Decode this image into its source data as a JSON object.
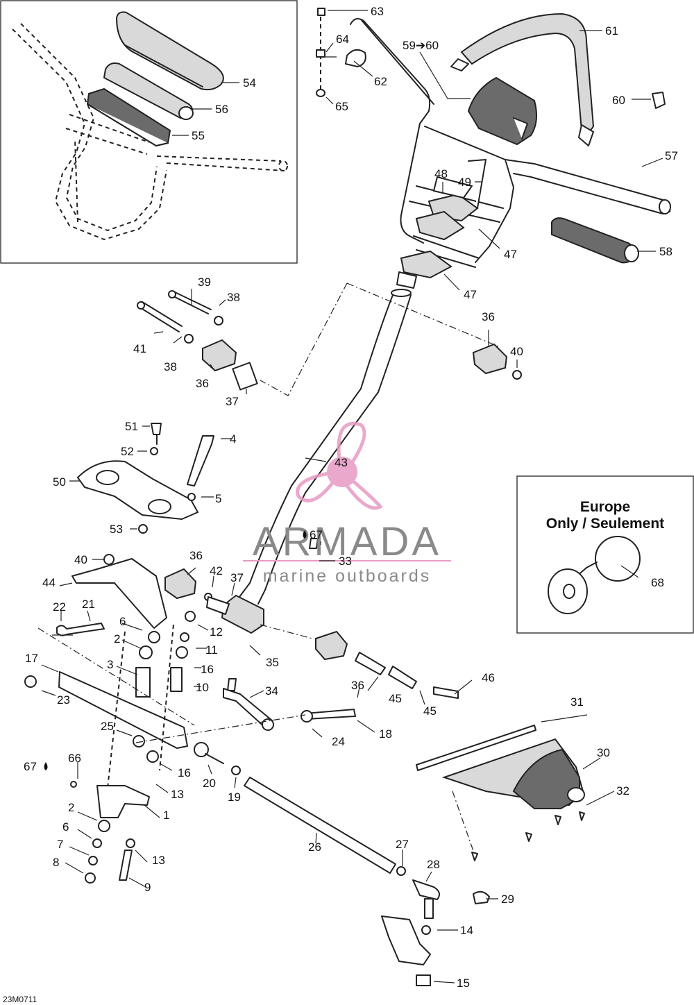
{
  "diagram": {
    "reference_code": "23M0711",
    "inset_title_line1": "Europe",
    "inset_title_line2": "Only / Seulement",
    "watermark_brand": "ARMADA",
    "watermark_tagline": "marine outboards",
    "colors": {
      "watermark_logo": "#e79ac4",
      "line": "#222222"
    },
    "callouts": [
      {
        "id": "c1",
        "label": "1"
      },
      {
        "id": "c2a",
        "label": "2"
      },
      {
        "id": "c2b",
        "label": "2"
      },
      {
        "id": "c3",
        "label": "3"
      },
      {
        "id": "c4",
        "label": "4"
      },
      {
        "id": "c5",
        "label": "5"
      },
      {
        "id": "c6a",
        "label": "6"
      },
      {
        "id": "c6b",
        "label": "6"
      },
      {
        "id": "c7",
        "label": "7"
      },
      {
        "id": "c8",
        "label": "8"
      },
      {
        "id": "c9",
        "label": "9"
      },
      {
        "id": "c10",
        "label": "10"
      },
      {
        "id": "c11",
        "label": "11"
      },
      {
        "id": "c12",
        "label": "12"
      },
      {
        "id": "c13a",
        "label": "13"
      },
      {
        "id": "c13b",
        "label": "13"
      },
      {
        "id": "c14",
        "label": "14"
      },
      {
        "id": "c15",
        "label": "15"
      },
      {
        "id": "c16a",
        "label": "16"
      },
      {
        "id": "c16b",
        "label": "16"
      },
      {
        "id": "c17",
        "label": "17"
      },
      {
        "id": "c18",
        "label": "18"
      },
      {
        "id": "c19",
        "label": "19"
      },
      {
        "id": "c20",
        "label": "20"
      },
      {
        "id": "c21",
        "label": "21"
      },
      {
        "id": "c22",
        "label": "22"
      },
      {
        "id": "c23",
        "label": "23"
      },
      {
        "id": "c24",
        "label": "24"
      },
      {
        "id": "c25",
        "label": "25"
      },
      {
        "id": "c26",
        "label": "26"
      },
      {
        "id": "c27",
        "label": "27"
      },
      {
        "id": "c28",
        "label": "28"
      },
      {
        "id": "c29",
        "label": "29"
      },
      {
        "id": "c30",
        "label": "30"
      },
      {
        "id": "c31",
        "label": "31"
      },
      {
        "id": "c32",
        "label": "32"
      },
      {
        "id": "c33",
        "label": "33"
      },
      {
        "id": "c34",
        "label": "34"
      },
      {
        "id": "c35",
        "label": "35"
      },
      {
        "id": "c36a",
        "label": "36"
      },
      {
        "id": "c36b",
        "label": "36"
      },
      {
        "id": "c36c",
        "label": "36"
      },
      {
        "id": "c36d",
        "label": "36"
      },
      {
        "id": "c37a",
        "label": "37"
      },
      {
        "id": "c37b",
        "label": "37"
      },
      {
        "id": "c38a",
        "label": "38"
      },
      {
        "id": "c38b",
        "label": "38"
      },
      {
        "id": "c39",
        "label": "39"
      },
      {
        "id": "c40a",
        "label": "40"
      },
      {
        "id": "c40b",
        "label": "40"
      },
      {
        "id": "c41",
        "label": "41"
      },
      {
        "id": "c42",
        "label": "42"
      },
      {
        "id": "c43",
        "label": "43"
      },
      {
        "id": "c44",
        "label": "44"
      },
      {
        "id": "c45a",
        "label": "45"
      },
      {
        "id": "c45b",
        "label": "45"
      },
      {
        "id": "c46",
        "label": "46"
      },
      {
        "id": "c47a",
        "label": "47"
      },
      {
        "id": "c47b",
        "label": "47"
      },
      {
        "id": "c48",
        "label": "48"
      },
      {
        "id": "c49",
        "label": "49"
      },
      {
        "id": "c50",
        "label": "50"
      },
      {
        "id": "c51",
        "label": "51"
      },
      {
        "id": "c52",
        "label": "52"
      },
      {
        "id": "c53",
        "label": "53"
      },
      {
        "id": "c54",
        "label": "54"
      },
      {
        "id": "c55",
        "label": "55"
      },
      {
        "id": "c56",
        "label": "56"
      },
      {
        "id": "c57",
        "label": "57"
      },
      {
        "id": "c58",
        "label": "58"
      },
      {
        "id": "c5960",
        "label": "59➔60"
      },
      {
        "id": "c60",
        "label": "60"
      },
      {
        "id": "c61",
        "label": "61"
      },
      {
        "id": "c62",
        "label": "62"
      },
      {
        "id": "c63",
        "label": "63"
      },
      {
        "id": "c64",
        "label": "64"
      },
      {
        "id": "c65",
        "label": "65"
      },
      {
        "id": "c66",
        "label": "66"
      },
      {
        "id": "c67a",
        "label": "67"
      },
      {
        "id": "c67b",
        "label": "67"
      },
      {
        "id": "c68",
        "label": "68"
      }
    ]
  }
}
